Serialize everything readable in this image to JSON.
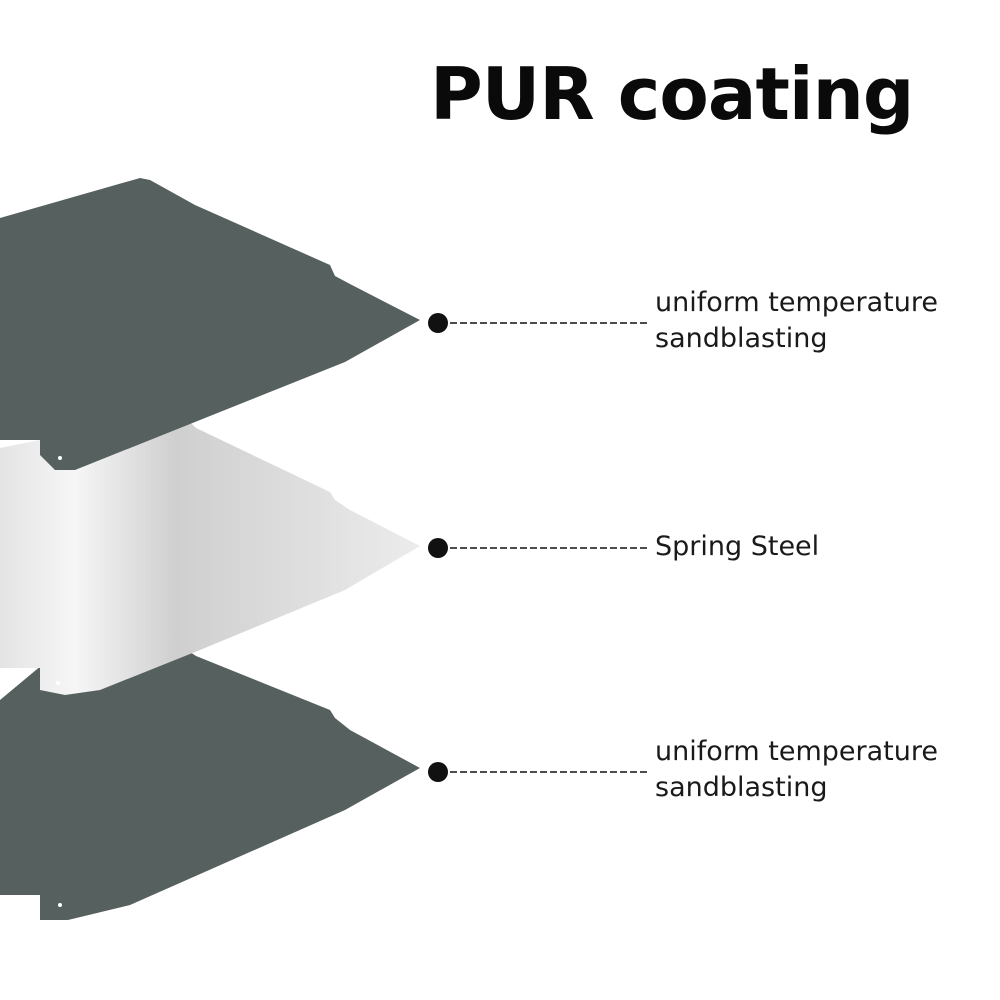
{
  "title": "PUR coating",
  "layers": [
    {
      "name": "top-coating",
      "lines": [
        "uniform temperature",
        "sandblasting"
      ]
    },
    {
      "name": "spring-steel",
      "lines": [
        "Spring Steel"
      ]
    },
    {
      "name": "bottom-coating",
      "lines": [
        "uniform temperature",
        "sandblasting"
      ]
    }
  ],
  "colors": {
    "coating": "#56605f",
    "steel_light": "#f2f2f2",
    "steel_dark": "#c4c4c4",
    "leader": "#111111"
  }
}
